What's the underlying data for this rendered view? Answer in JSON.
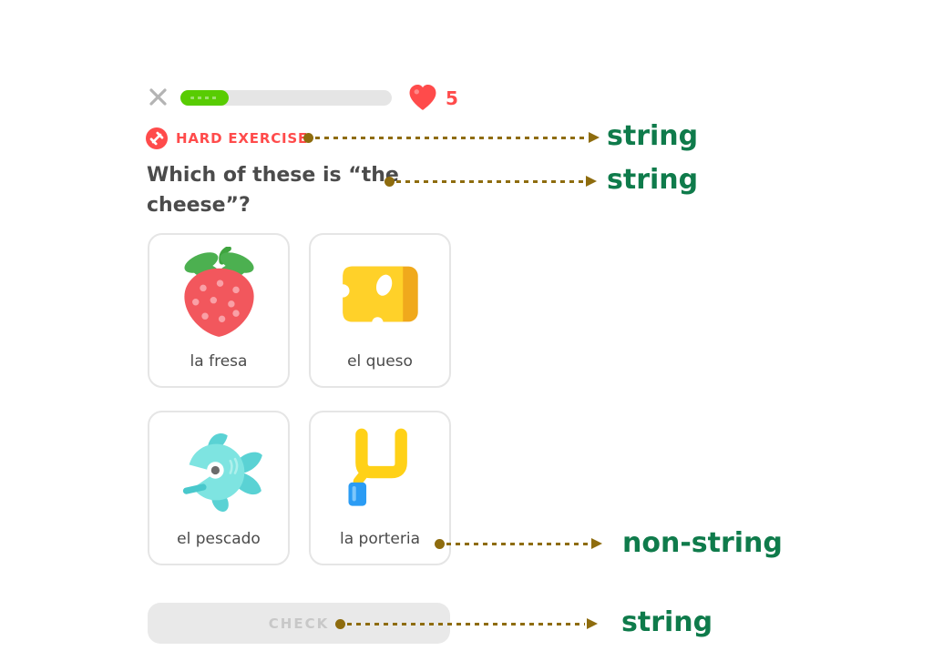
{
  "app": {
    "topbar": {
      "close_icon": "close-x-icon",
      "progress": {
        "percent": 22,
        "track_color": "#e5e5e5",
        "fill_color": "#58cc02"
      },
      "hearts": {
        "icon": "heart-icon",
        "count": "5",
        "color": "#ff4b4b"
      }
    },
    "exercise_badge": {
      "icon": "dumbbell-icon",
      "label": "HARD EXERCISE",
      "color": "#ff4b4b"
    },
    "question": {
      "full": "Which of these is “the cheese”?",
      "lines": [
        "Which of these is “the",
        "cheese”?"
      ]
    },
    "choices": [
      {
        "label": "la fresa",
        "icon": "strawberry-icon"
      },
      {
        "label": "el queso",
        "icon": "cheese-icon"
      },
      {
        "label": "el pescado",
        "icon": "fish-icon"
      },
      {
        "label": "la porteria",
        "icon": "goalpost-icon"
      }
    ],
    "check_button": {
      "label": "CHECK",
      "state": "disabled"
    }
  },
  "annotations": {
    "arrow_color": "#8e6c0e",
    "text_color": "#0f7b4b",
    "items": [
      {
        "label": "string",
        "points_from": "hard-exercise-badge"
      },
      {
        "label": "string",
        "points_from": "question-text"
      },
      {
        "label": "non-string",
        "points_from": "choice-la-porteria"
      },
      {
        "label": "string",
        "points_from": "check-button"
      }
    ]
  }
}
